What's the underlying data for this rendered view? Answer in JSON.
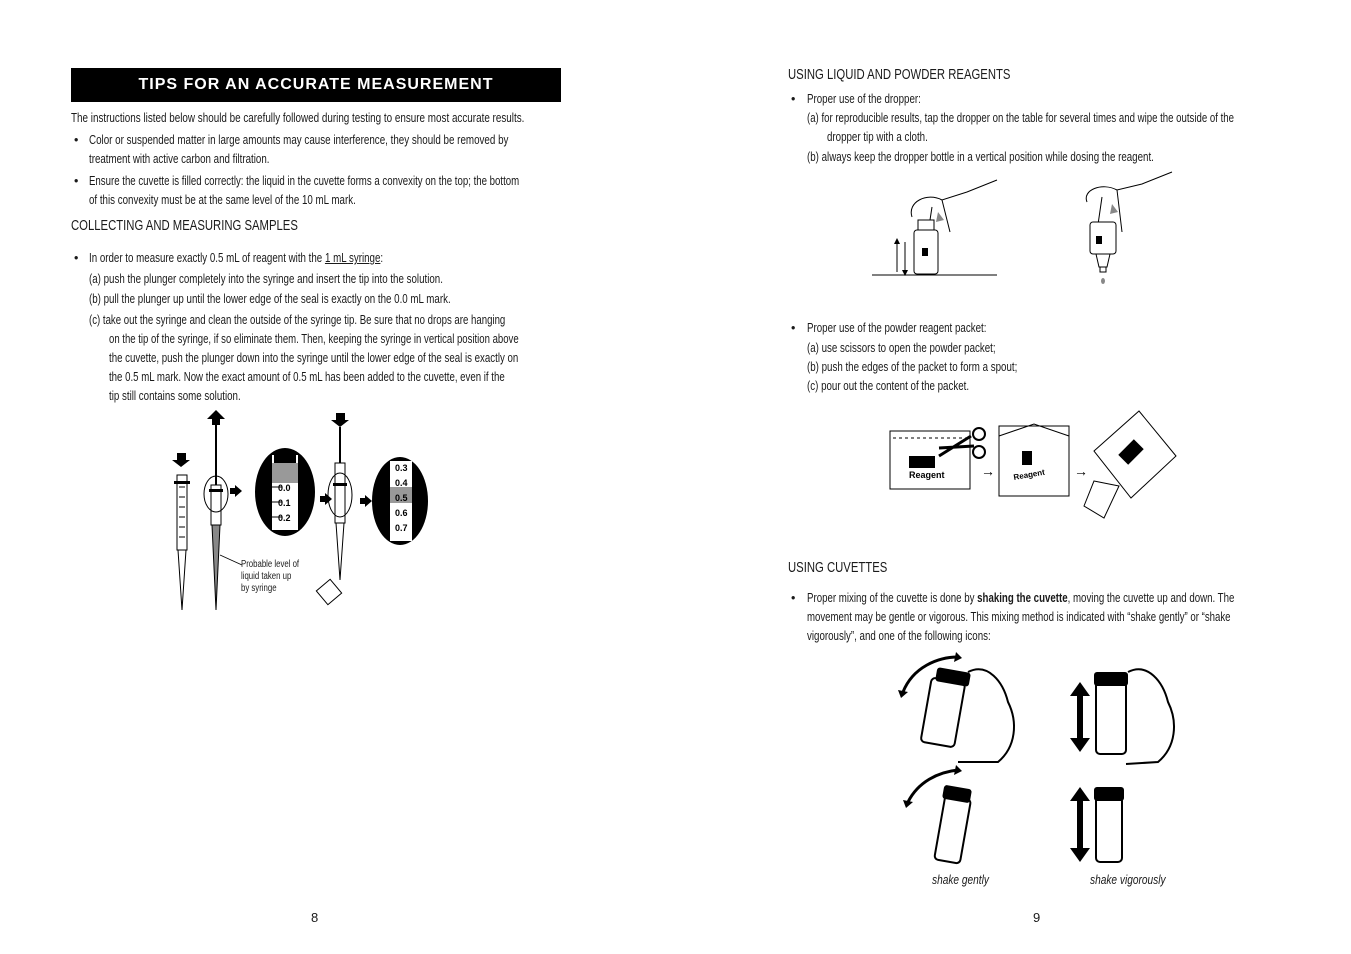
{
  "left": {
    "banner": "TIPS FOR AN ACCURATE MEASUREMENT",
    "intro": "The instructions listed below should be carefully followed during testing to ensure most accurate results.",
    "bullet1": [
      "Color or suspended matter in large amounts may cause interference, they should be removed by",
      "treatment with active carbon and filtration."
    ],
    "bullet2": [
      "Ensure the cuvette is filled correctly: the liquid in the cuvette forms a convexity on the top; the bottom",
      "of this convexity must be at the same level of the 10 mL mark."
    ],
    "section": "COLLECTING AND MEASURING SAMPLES",
    "syringe_intro_pre": "In order to measure exactly 0.5 mL of reagent with the ",
    "syringe_intro_link": "1 mL syringe",
    "syringe_intro_post": ":",
    "step_a": "(a)  push the plunger completely into the syringe and insert the tip into the solution.",
    "step_b": "(b)  pull the plunger up until the lower edge of the seal is exactly on the 0.0 mL mark.",
    "step_c": [
      "(c)  take out the syringe and clean the outside of the syringe tip. Be sure that no drops are hanging",
      "on the tip of the syringe, if so eliminate them. Then, keeping the syringe in vertical position above",
      "the cuvette, push the plunger down into the syringe until the lower edge of the seal is exactly on",
      "the 0.5 mL mark. Now the exact amount of 0.5 mL has been added  to the cuvette, even if the",
      "tip still contains some solution."
    ],
    "callout": [
      "Probable level of",
      "liquid taken up",
      "by syringe"
    ],
    "scale1": [
      "0.0",
      "0.1",
      "0.2"
    ],
    "scale2": [
      "0.3",
      "0.4",
      "0.5",
      "0.6",
      "0.7"
    ],
    "page_number": "8"
  },
  "right": {
    "section1": "USING LIQUID AND POWDER REAGENTS",
    "dropper_title": "Proper use of the dropper:",
    "dropper_a": [
      "(a)  for reproducible results, tap the dropper on the table for several times and wipe  the outside of the",
      "dropper tip with a cloth."
    ],
    "dropper_b": "(b)  always keep the dropper bottle in a vertical position while dosing the reagent.",
    "packet_title": "Proper use of the powder reagent packet:",
    "packet_a": "(a)  use scissors to open the powder packet;",
    "packet_b": "(b)  push the edges of the packet to form a spout;",
    "packet_c": "(c)  pour out the content of the packet.",
    "packet_label": "Reagent",
    "section2": "USING CUVETTES",
    "cuvette_pre": "Proper mixing of the cuvette is done by ",
    "cuvette_bold": "shaking the cuvette",
    "cuvette_post": ", moving the cuvette up and down. The",
    "cuvette_l2": "movement may be gentle or vigorous. This mixing method is indicated with “shake gently” or “shake",
    "cuvette_l3": "vigorously”, and one of the following icons:",
    "caption_gentle": "shake gently",
    "caption_vigorous": "shake vigorously",
    "page_number": "9"
  }
}
